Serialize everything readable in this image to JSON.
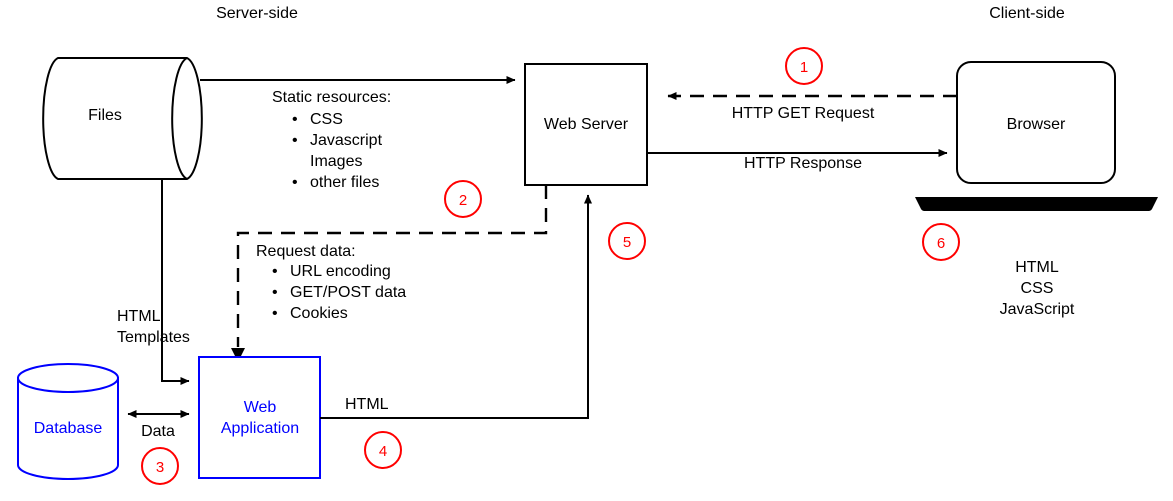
{
  "diagram": {
    "title_left": "Server-side",
    "title_right": "Client-side",
    "nodes": {
      "files": "Files",
      "web_server": "Web Server",
      "browser": "Browser",
      "database": "Database",
      "web_application_line1": "Web",
      "web_application_line2": "Application"
    },
    "labels": {
      "static_resources_heading": "Static resources:",
      "static_resources_items": [
        "CSS",
        "Javascript",
        "Images",
        "other files"
      ],
      "request_data_heading": "Request data:",
      "request_data_items": [
        "URL encoding",
        "GET/POST data",
        "Cookies"
      ],
      "http_get_request": "HTTP GET Request",
      "http_response": "HTTP Response",
      "html_templates_line1": "HTML",
      "html_templates_line2": "Templates",
      "data": "Data",
      "html": "HTML"
    },
    "client_tech": [
      "HTML",
      "CSS",
      "JavaScript"
    ],
    "step_markers": [
      "1",
      "2",
      "3",
      "4",
      "5",
      "6"
    ],
    "colors": {
      "accent_blue": "#0000ff",
      "marker_red": "#ff0000",
      "stroke_black": "#000000",
      "client_tech_blue": "#1a4fa0",
      "background": "#ffffff"
    }
  }
}
